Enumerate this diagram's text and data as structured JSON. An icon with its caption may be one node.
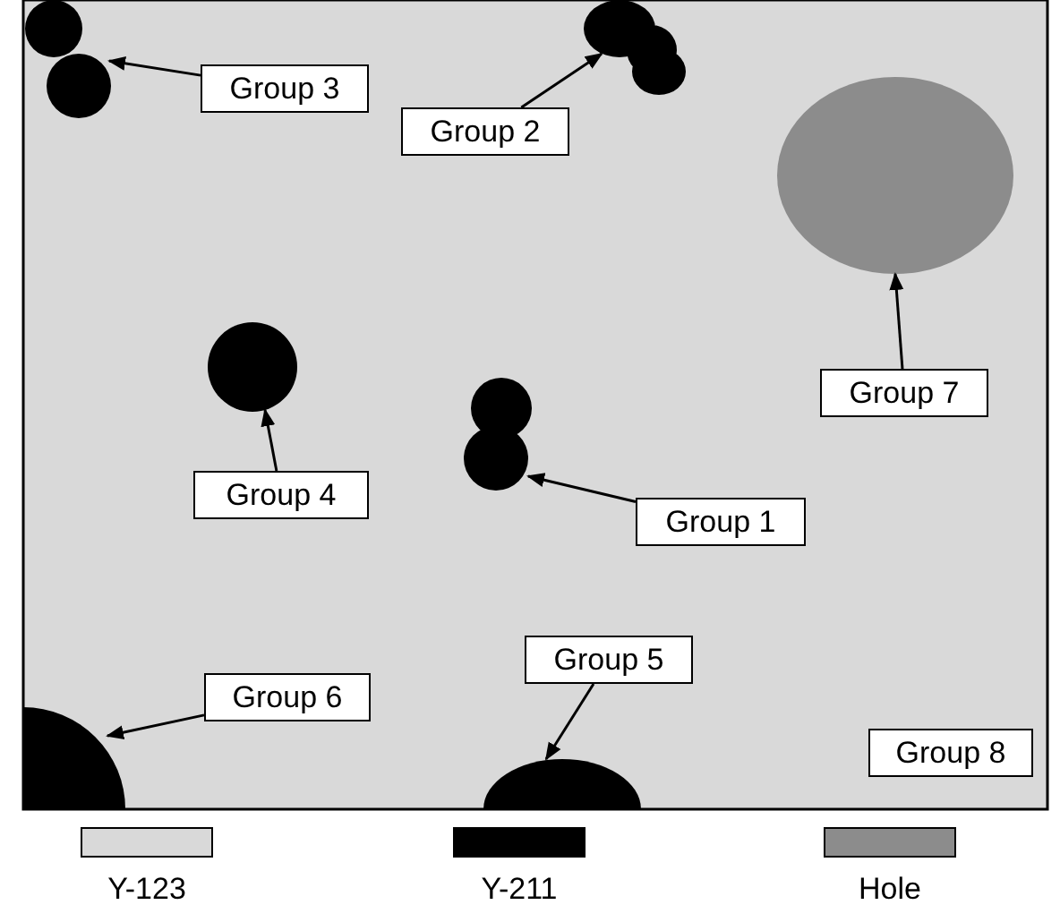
{
  "diagram": {
    "nodes": [
      {
        "text": [
          "Group 3"
        ]
      },
      {
        "text": [
          "Group 2"
        ]
      },
      {
        "text": [
          "Group 7"
        ]
      },
      {
        "text": [
          "Group 4"
        ]
      },
      {
        "text": [
          "Group 1"
        ]
      },
      {
        "text": [
          "Group 6"
        ]
      },
      {
        "text": [
          "Group 5"
        ]
      },
      {
        "text": [
          "Group 8"
        ]
      },
      {
        "text": [],
        "shape": "circle"
      },
      {
        "text": [],
        "shape": "circle"
      },
      {
        "text": [],
        "shape": "circle"
      },
      {
        "text": [],
        "shape": "circle"
      },
      {
        "text": [],
        "shape": "circle"
      },
      {
        "text": [],
        "shape": "circle"
      },
      {
        "text": [],
        "shape": "circle"
      }
    ],
    "edges": [
      {
        "from": 0,
        "to": 8,
        "arrow": "to"
      },
      {
        "from": 1,
        "to": 9,
        "arrow": "to"
      },
      {
        "from": 2,
        "to": 10,
        "arrow": "to"
      },
      {
        "from": 3,
        "to": 11,
        "arrow": "to"
      },
      {
        "from": 4,
        "to": 12,
        "arrow": "to"
      },
      {
        "from": 5,
        "to": 13,
        "arrow": "to"
      },
      {
        "from": 6,
        "to": 14,
        "arrow": "to"
      }
    ],
    "legend": [
      {
        "text": "Y-123",
        "color": "#d9d9d9"
      },
      {
        "text": "Y-211",
        "color": "#000000"
      },
      {
        "text": "Hole",
        "color": "#8c8c8c"
      }
    ]
  }
}
